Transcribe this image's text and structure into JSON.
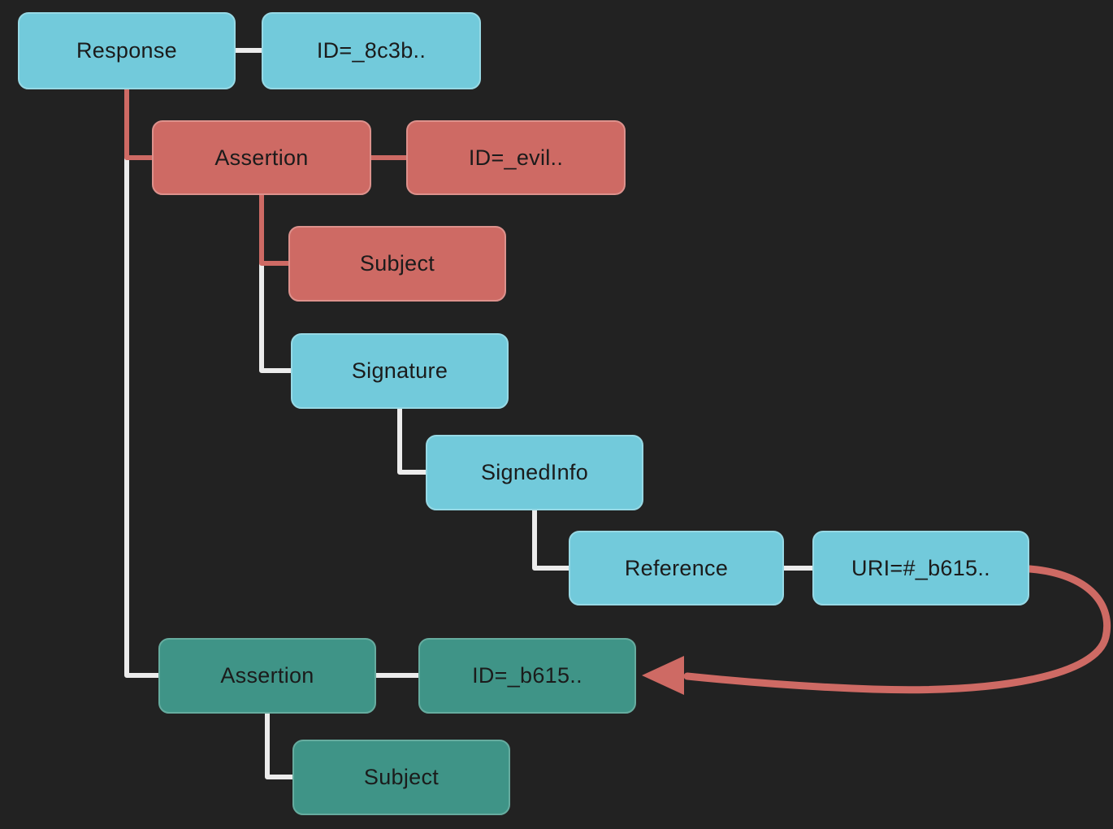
{
  "diagram": {
    "description": "SAML response XML tree with signature-wrapping reference arrow"
  },
  "nodes": [
    {
      "id": "response",
      "label": "Response",
      "type": "neutral"
    },
    {
      "id": "response-id",
      "label": "ID=_8c3b..",
      "type": "neutral"
    },
    {
      "id": "assertion-evil",
      "label": "Assertion",
      "type": "evil"
    },
    {
      "id": "assertion-evil-id",
      "label": "ID=_evil..",
      "type": "evil"
    },
    {
      "id": "subject-evil",
      "label": "Subject",
      "type": "evil"
    },
    {
      "id": "signature",
      "label": "Signature",
      "type": "neutral"
    },
    {
      "id": "signedinfo",
      "label": "SignedInfo",
      "type": "neutral"
    },
    {
      "id": "reference",
      "label": "Reference",
      "type": "neutral"
    },
    {
      "id": "reference-uri",
      "label": "URI=#_b615..",
      "type": "neutral"
    },
    {
      "id": "assertion-original",
      "label": "Assertion",
      "type": "original"
    },
    {
      "id": "assertion-original-id",
      "label": "ID=_b615..",
      "type": "original"
    },
    {
      "id": "subject-original",
      "label": "Subject",
      "type": "original"
    }
  ],
  "colors": {
    "background": "#222222",
    "node_cyan": "#72cadb",
    "node_red": "#ce6a64",
    "node_teal": "#3f9487",
    "line_light": "#ececec",
    "line_red": "#ce6a64",
    "text": "#1b1b1b"
  }
}
